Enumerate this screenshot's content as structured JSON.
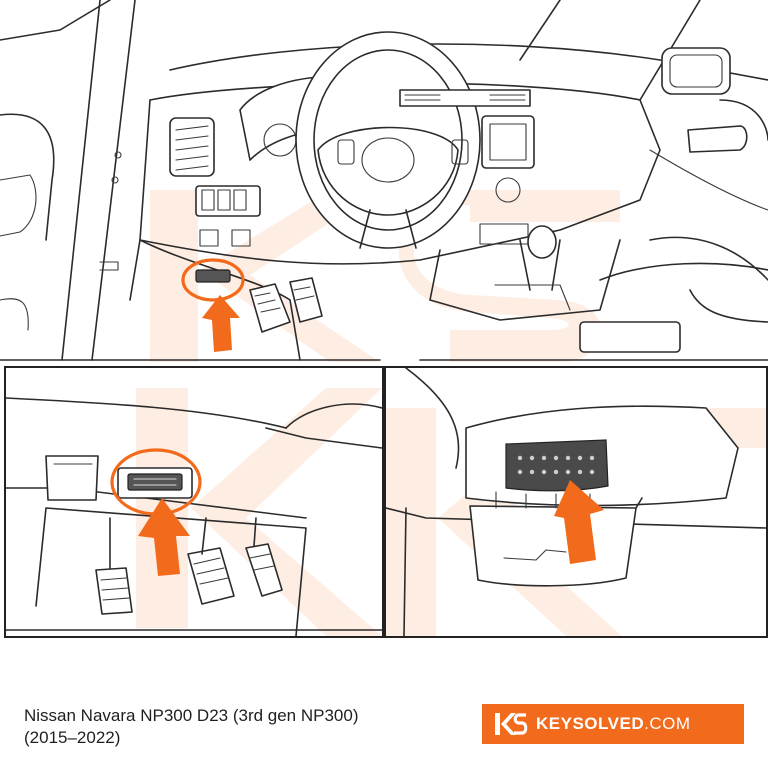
{
  "caption": {
    "line1": "Nissan Navara NP300 D23 (3rd gen NP300)",
    "line2": "(2015–2022)"
  },
  "brand": {
    "name": "KEYSOLVED",
    "tld": ".COM",
    "logo": "ks-logo-icon"
  },
  "colors": {
    "accent": "#f26a1b",
    "watermark": "#f6823b",
    "line": "#2b2b2b",
    "background": "#ffffff"
  },
  "panels": [
    "dashboard-overview",
    "obd-port-location-closeup",
    "obd-port-cover-open-detail"
  ]
}
